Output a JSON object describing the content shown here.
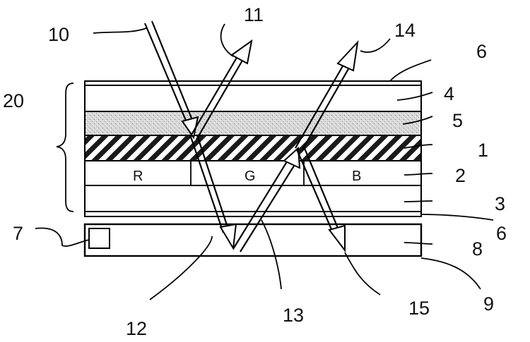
{
  "labels": {
    "n1": "1",
    "n2": "2",
    "n3": "3",
    "n4": "4",
    "n5": "5",
    "n6_top": "6",
    "n6_bottom": "6",
    "n7": "7",
    "n8": "8",
    "n9": "9",
    "n10": "10",
    "n11": "11",
    "n12": "12",
    "n13": "13",
    "n14": "14",
    "n15": "15",
    "n20": "20"
  },
  "color_cells": [
    "R",
    "G",
    "B"
  ]
}
